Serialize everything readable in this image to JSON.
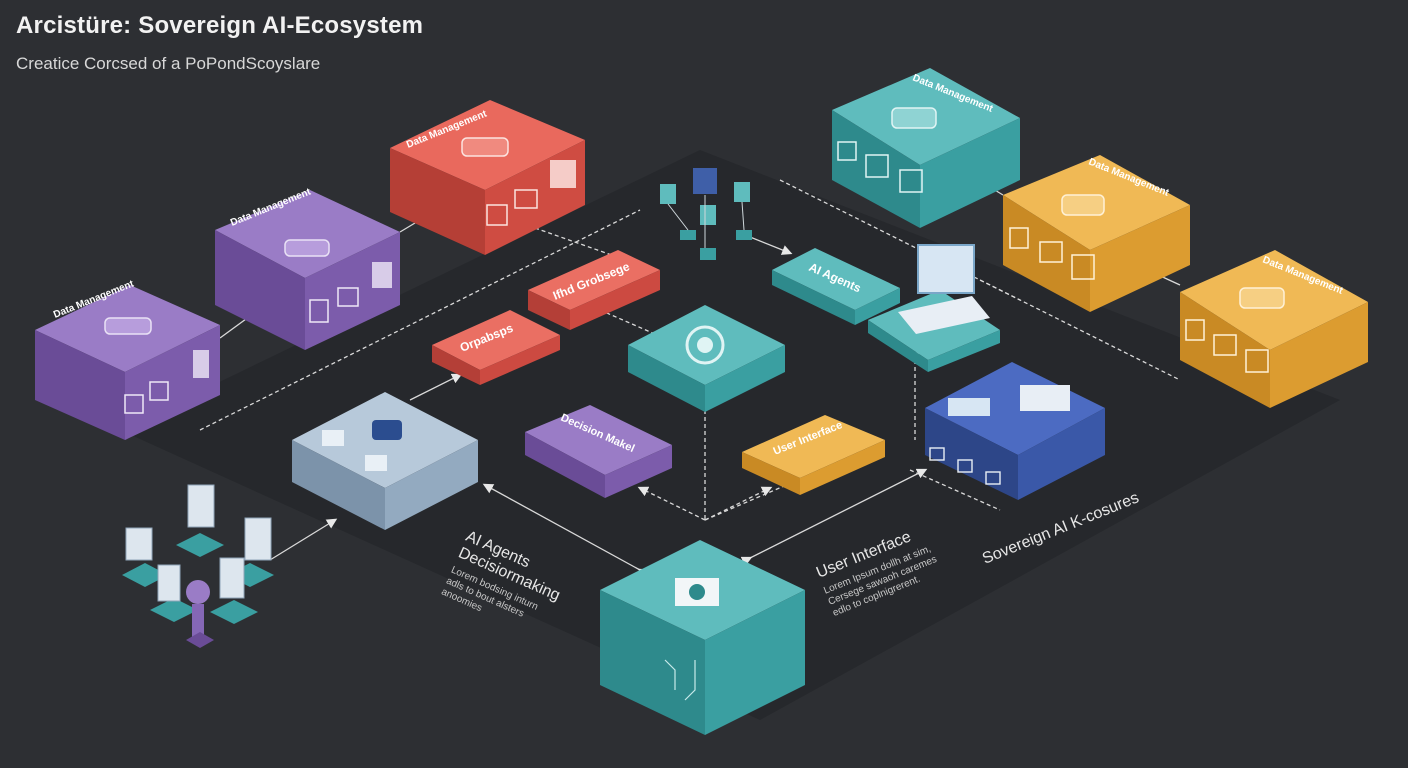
{
  "header": {
    "title": "Arcistüre: Sovereign AI-Ecosystem",
    "subtitle": "Creatice Corcsed of a PoPondScoyslare"
  },
  "colors": {
    "background": "#2d2f33",
    "purple": "#7a5aa8",
    "red": "#d9534a",
    "teal": "#3e9fa0",
    "orange": "#e4a23a",
    "blue": "#3b58a8",
    "slate": "#9cb3c9"
  },
  "boxes": {
    "purple_left": {
      "label": "Data Management",
      "sublabel": ""
    },
    "purple_mid": {
      "label": "Data Management",
      "sublabel": ""
    },
    "red_top": {
      "label": "Data Management",
      "sublabel": ""
    },
    "teal_top_right": {
      "label": "Data Management",
      "sublabel": ""
    },
    "orange_mid": {
      "label": "Data Management",
      "sublabel": ""
    },
    "orange_right": {
      "label": "Data Management",
      "sublabel": ""
    }
  },
  "tags": {
    "red_knowledge": "Ifhd Grobsege",
    "red_ops": "Orpabsps",
    "ai_agents": "AI Agents",
    "purple_decision": "Decision Makel",
    "orange_ui": "User Interface"
  },
  "captions": {
    "agents": {
      "title": "AI Agents",
      "subtitle": "Decisiormaking",
      "body": [
        "Lorem bodsing inturn",
        "adls to bout alsters",
        "anoomies"
      ]
    },
    "ui": {
      "title": "User Interface",
      "body": [
        "Lorem Ipsum dollh at sim,",
        "Cersege sawaoh caremes",
        "edlo to coplnigrerent."
      ]
    },
    "ecosystem": {
      "title": "Sovereign AI K-cosures"
    }
  }
}
